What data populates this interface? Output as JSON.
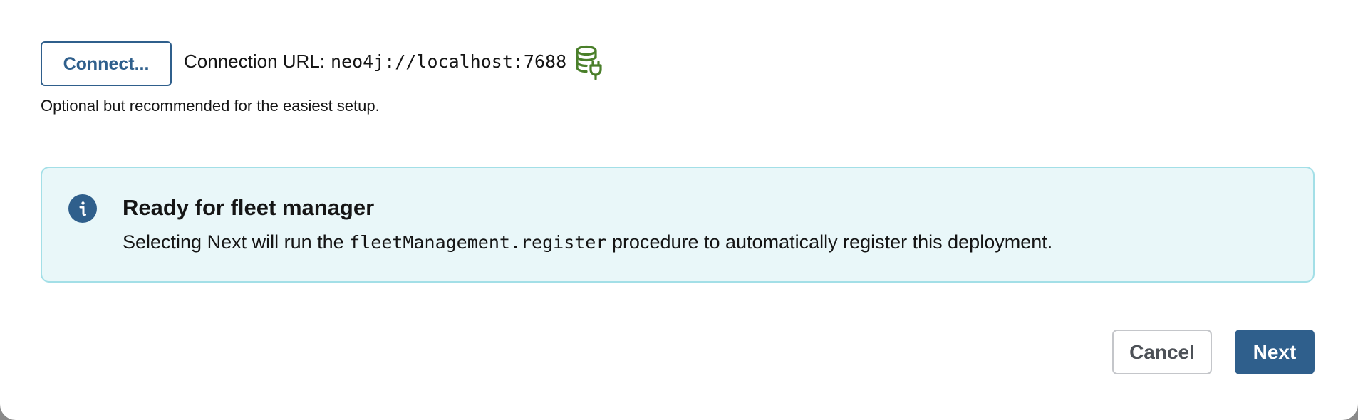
{
  "connection": {
    "connect_button_label": "Connect...",
    "url_label": "Connection URL:",
    "url_value": "neo4j://localhost:7688",
    "status_icon": "database-plug-icon",
    "helper_text": "Optional but recommended for the easiest setup."
  },
  "info_banner": {
    "icon": "info-icon",
    "title": "Ready for fleet manager",
    "body_prefix": "Selecting Next will run the",
    "body_code": "fleetManagement.register",
    "body_suffix": "procedure to automatically register this deployment."
  },
  "footer": {
    "cancel_label": "Cancel",
    "next_label": "Next"
  },
  "colors": {
    "primary": "#2f5f8c",
    "success_icon": "#4a7f2a",
    "info_bg": "#e9f7f9",
    "info_border": "#a3dfe7"
  }
}
